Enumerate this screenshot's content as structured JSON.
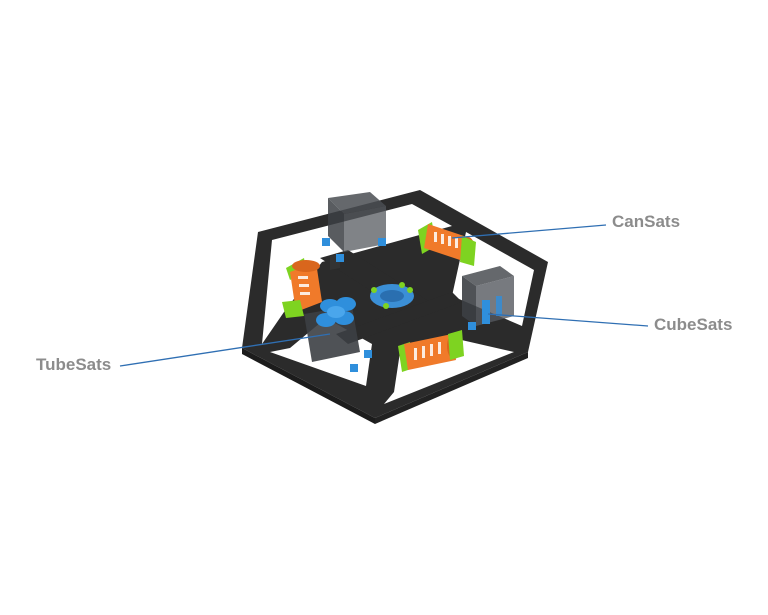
{
  "labels": {
    "cansats": "CanSats",
    "cubesats": "CubeSats",
    "tubesats": "TubeSats"
  },
  "colors": {
    "frame": "#2b2b2b",
    "frame_highlight": "#3a3a3a",
    "leader_line": "#2f6fb3",
    "label_text": "#8c8c8c",
    "cansat_orange": "#f07a2a",
    "bracket_green": "#7ed321",
    "tube_blue": "#2f8fdc",
    "hub_blue": "#3b8fd6",
    "cubesat_dark": "#3c3f44"
  },
  "icons": {
    "frame": "hexagonal-frame-icon",
    "cansat": "cansat-cylinder-icon",
    "cubesat": "cubesat-box-icon",
    "tubesat": "tubesat-cluster-icon",
    "hub": "central-hub-icon"
  }
}
